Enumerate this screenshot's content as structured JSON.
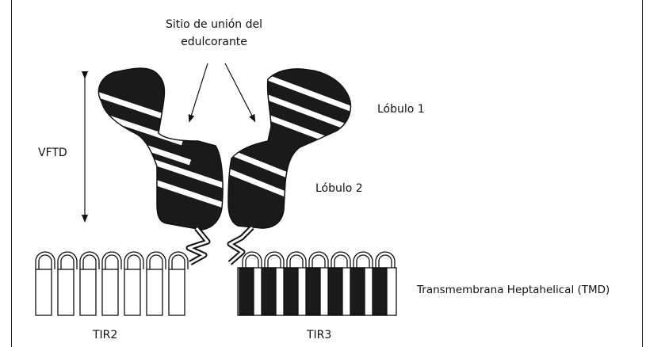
{
  "labels": {
    "binding_site_line1": "Sitio de unión del",
    "binding_site_line2": "edulcorante",
    "lobe1": "Lóbulo 1",
    "lobe2": "Lóbulo 2",
    "vftd": "VFTD",
    "tmd": "Transmembrana Heptahelical (TMD)",
    "tir2": "TIR2",
    "tir3": "TIR3"
  },
  "colors": {
    "line": "#111111",
    "fill_dark": "#1a1a1a",
    "background": "#ffffff"
  }
}
